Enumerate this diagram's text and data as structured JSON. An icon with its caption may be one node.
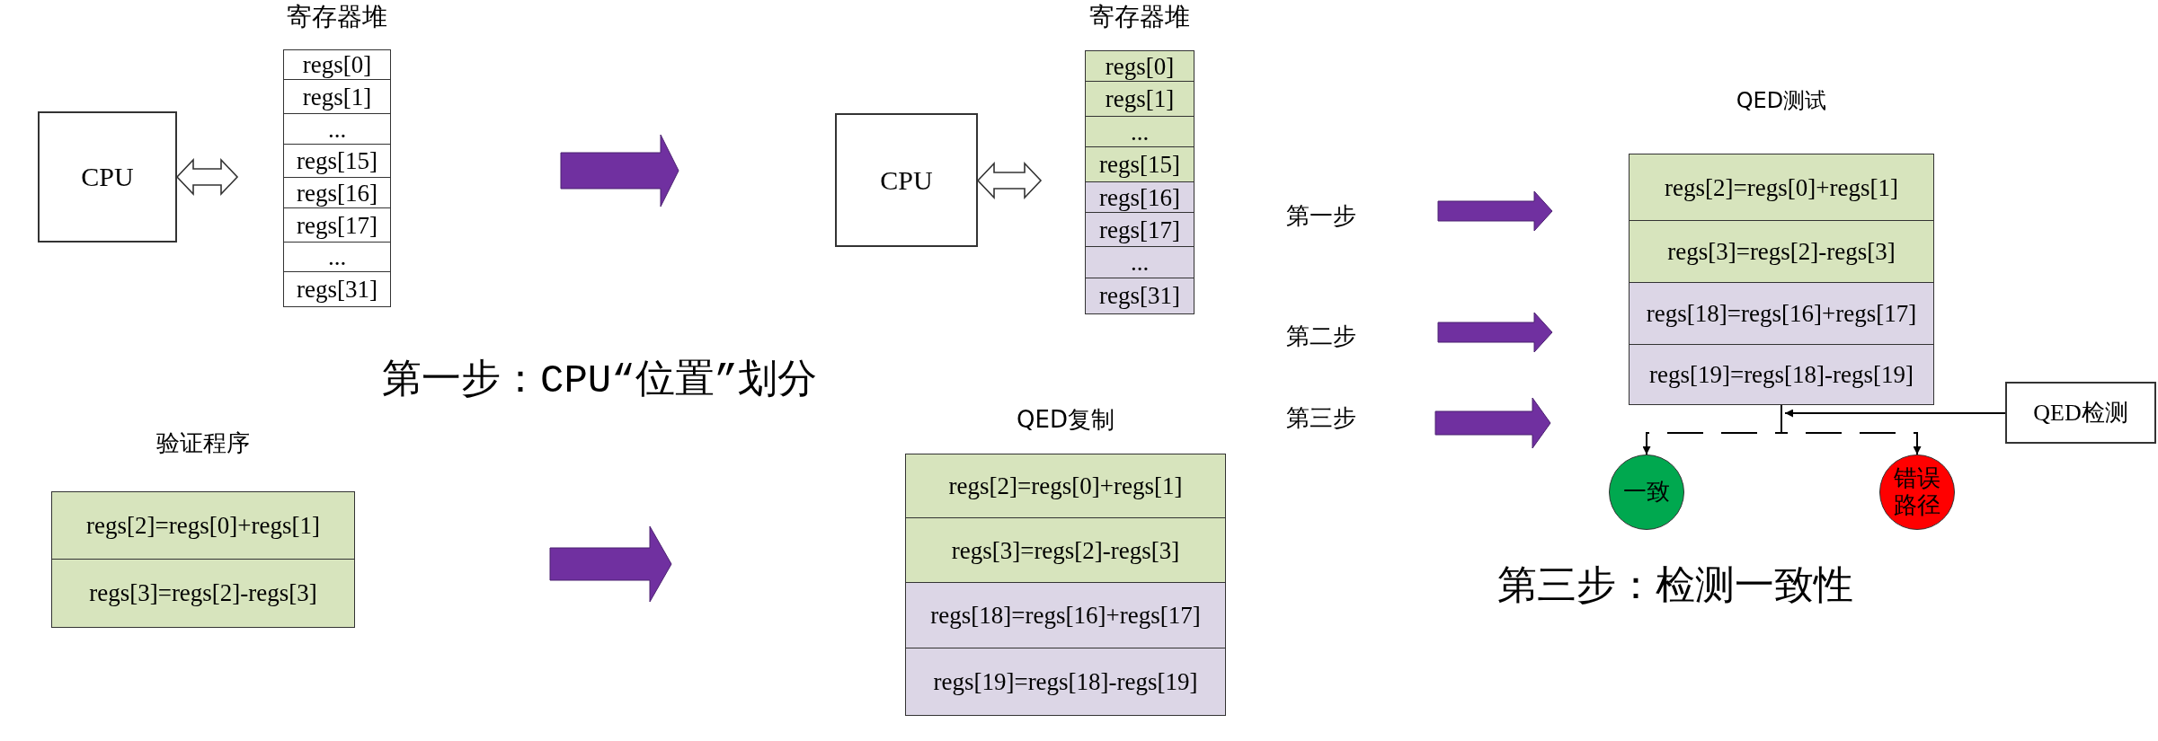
{
  "diagram": {
    "nodes": [
      {
        "text": [
          "CPU"
        ]
      },
      {
        "text": [
          "寄存器堆"
        ]
      },
      {
        "text": [
          "regs[0]"
        ],
        "in": 1
      },
      {
        "text": [
          "regs[1]"
        ],
        "in": 1
      },
      {
        "text": [
          "..."
        ],
        "in": 1
      },
      {
        "text": [
          "regs[15]"
        ],
        "in": 1
      },
      {
        "text": [
          "regs[16]"
        ],
        "in": 1
      },
      {
        "text": [
          "regs[17]"
        ],
        "in": 1
      },
      {
        "text": [
          "..."
        ],
        "in": 1
      },
      {
        "text": [
          "regs[31]"
        ],
        "in": 1
      },
      {
        "text": [
          "CPU"
        ]
      },
      {
        "text": [
          "寄存器堆"
        ]
      },
      {
        "text": [
          "regs[0]"
        ],
        "in": 11
      },
      {
        "text": [
          "regs[1]"
        ],
        "in": 11
      },
      {
        "text": [
          "..."
        ],
        "in": 11
      },
      {
        "text": [
          "regs[15]"
        ],
        "in": 11
      },
      {
        "text": [
          "regs[16]"
        ],
        "in": 11
      },
      {
        "text": [
          "regs[17]"
        ],
        "in": 11
      },
      {
        "text": [
          "..."
        ],
        "in": 11
      },
      {
        "text": [
          "regs[31]"
        ],
        "in": 11
      },
      {
        "text": [
          "第一步"
        ]
      },
      {
        "text": [
          "第二步"
        ]
      },
      {
        "text": [
          "第三步"
        ]
      },
      {
        "text": [
          "QED测试"
        ]
      },
      {
        "text": [
          "regs[2]=regs[0]+regs[1]"
        ],
        "in": 23
      },
      {
        "text": [
          "regs[3]=regs[2]-regs[3]"
        ],
        "in": 23
      },
      {
        "text": [
          "regs[18]=regs[16]+regs[17]"
        ],
        "in": 23
      },
      {
        "text": [
          "regs[19]=regs[18]-regs[19]"
        ],
        "in": 23
      },
      {
        "text": [
          "QED检测"
        ]
      },
      {
        "text": [
          "一致"
        ]
      },
      {
        "text": [
          "错误路径"
        ]
      },
      {
        "text": [
          "验证程序"
        ]
      },
      {
        "text": [
          "regs[2]=regs[0]+regs[1]"
        ],
        "in": 31
      },
      {
        "text": [
          "regs[3]=regs[2]-regs[3]"
        ],
        "in": 31
      },
      {
        "text": [
          "QED复制"
        ]
      },
      {
        "text": [
          "regs[2]=regs[0]+regs[1]"
        ],
        "in": 34
      },
      {
        "text": [
          "regs[3]=regs[2]-regs[3]"
        ],
        "in": 34
      },
      {
        "text": [
          "regs[18]=regs[16]+regs[17]"
        ],
        "in": 34
      },
      {
        "text": [
          "regs[19]=regs[18]-regs[19]"
        ],
        "in": 34
      }
    ],
    "edges": [
      {
        "from": 0,
        "to": 1,
        "arrow": "both",
        "style": "thick"
      },
      {
        "from": 10,
        "to": 11,
        "arrow": "both",
        "style": "thick"
      },
      {
        "from": 20,
        "to": 24,
        "arrow": "to",
        "style": "thick",
        "color": "#7030a0"
      },
      {
        "from": 21,
        "to": 26,
        "arrow": "to",
        "style": "thick",
        "color": "#7030a0"
      },
      {
        "from": 22,
        "to": 23,
        "arrow": "to",
        "style": "thick",
        "color": "#7030a0"
      },
      {
        "from": 23,
        "to": 29,
        "arrow": "to",
        "style": "dashed"
      },
      {
        "from": 23,
        "to": 30,
        "arrow": "to",
        "style": "dashed"
      },
      {
        "from": 28,
        "to": 27,
        "arrow": "to"
      }
    ],
    "labels": [
      "第一步：CPU“位置”划分",
      "第三步：检测一致性"
    ]
  }
}
